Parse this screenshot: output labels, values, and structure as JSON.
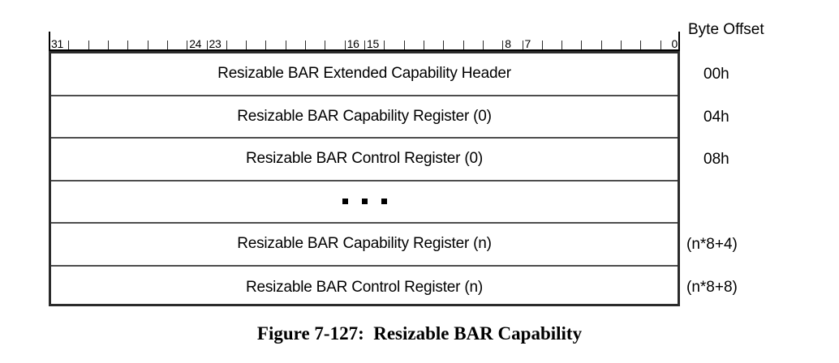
{
  "figure": {
    "caption": "Figure 7-127:  Resizable BAR Capability"
  },
  "bit_ruler": {
    "total_bits": 32,
    "labels": [
      {
        "bit": 31,
        "text": "31",
        "align": "right-of-tick"
      },
      {
        "bit": 24,
        "text": "24",
        "align": "right-of-tick"
      },
      {
        "bit": 23,
        "text": "23",
        "align": "right-of-tick"
      },
      {
        "bit": 16,
        "text": "16",
        "align": "right-of-tick"
      },
      {
        "bit": 15,
        "text": "15",
        "align": "right-of-tick"
      },
      {
        "bit": 8,
        "text": "8",
        "align": "right-of-tick"
      },
      {
        "bit": 7,
        "text": "7",
        "align": "right-of-tick"
      },
      {
        "bit": 0,
        "text": "0",
        "align": "left-of-tick"
      }
    ]
  },
  "byte_offset_column": {
    "heading": "Byte Offset",
    "values": [
      "00h",
      "04h",
      "08h",
      "",
      "(n*8+4)",
      "(n*8+8)"
    ]
  },
  "register_rows": [
    {
      "label": "Resizable BAR Extended Capability Header",
      "offset": "00h",
      "type": "register"
    },
    {
      "label": "Resizable BAR Capability Register (0)",
      "offset": "04h",
      "type": "register"
    },
    {
      "label": "Resizable BAR Control Register (0)",
      "offset": "08h",
      "type": "register"
    },
    {
      "label": "",
      "offset": "",
      "type": "ellipsis"
    },
    {
      "label": "Resizable BAR Capability Register (n)",
      "offset": "(n*8+4)",
      "type": "register"
    },
    {
      "label": "Resizable BAR Control Register (n)",
      "offset": "(n*8+8)",
      "type": "register"
    }
  ],
  "colors": {
    "background": "#ffffff",
    "text": "#000000",
    "table_border": "#2b2b2b",
    "row_divider": "#4d4d4d",
    "tick": "#2b2b2b"
  }
}
